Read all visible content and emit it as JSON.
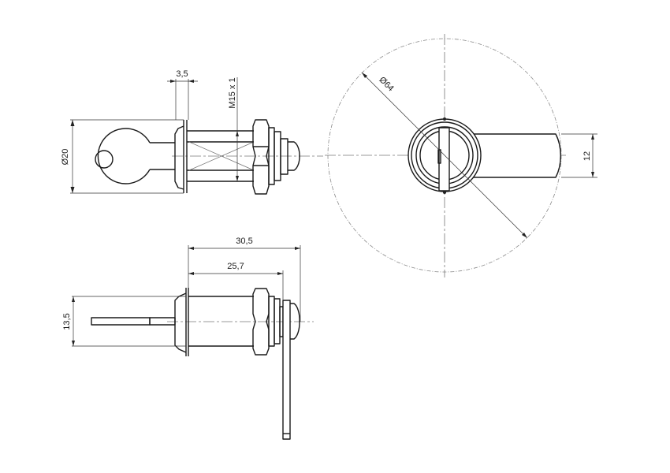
{
  "drawing": {
    "title": "Cam lock technical drawing",
    "views": {
      "side_view_with_key": {
        "dimensions": {
          "flange_thickness": "3,5",
          "thread": "M15 x 1",
          "key_head_diameter": "Ø20"
        }
      },
      "front_view": {
        "dimensions": {
          "swing_diameter": "Ø64",
          "cam_width": "12"
        }
      },
      "side_view_with_cam": {
        "dimensions": {
          "overall_length": "30,5",
          "body_length": "25,7",
          "key_blade_height": "13,5"
        }
      }
    },
    "colors": {
      "line": "#1a1a1a",
      "dimension": "#333333",
      "centerline": "#777777",
      "background": "#ffffff"
    }
  }
}
